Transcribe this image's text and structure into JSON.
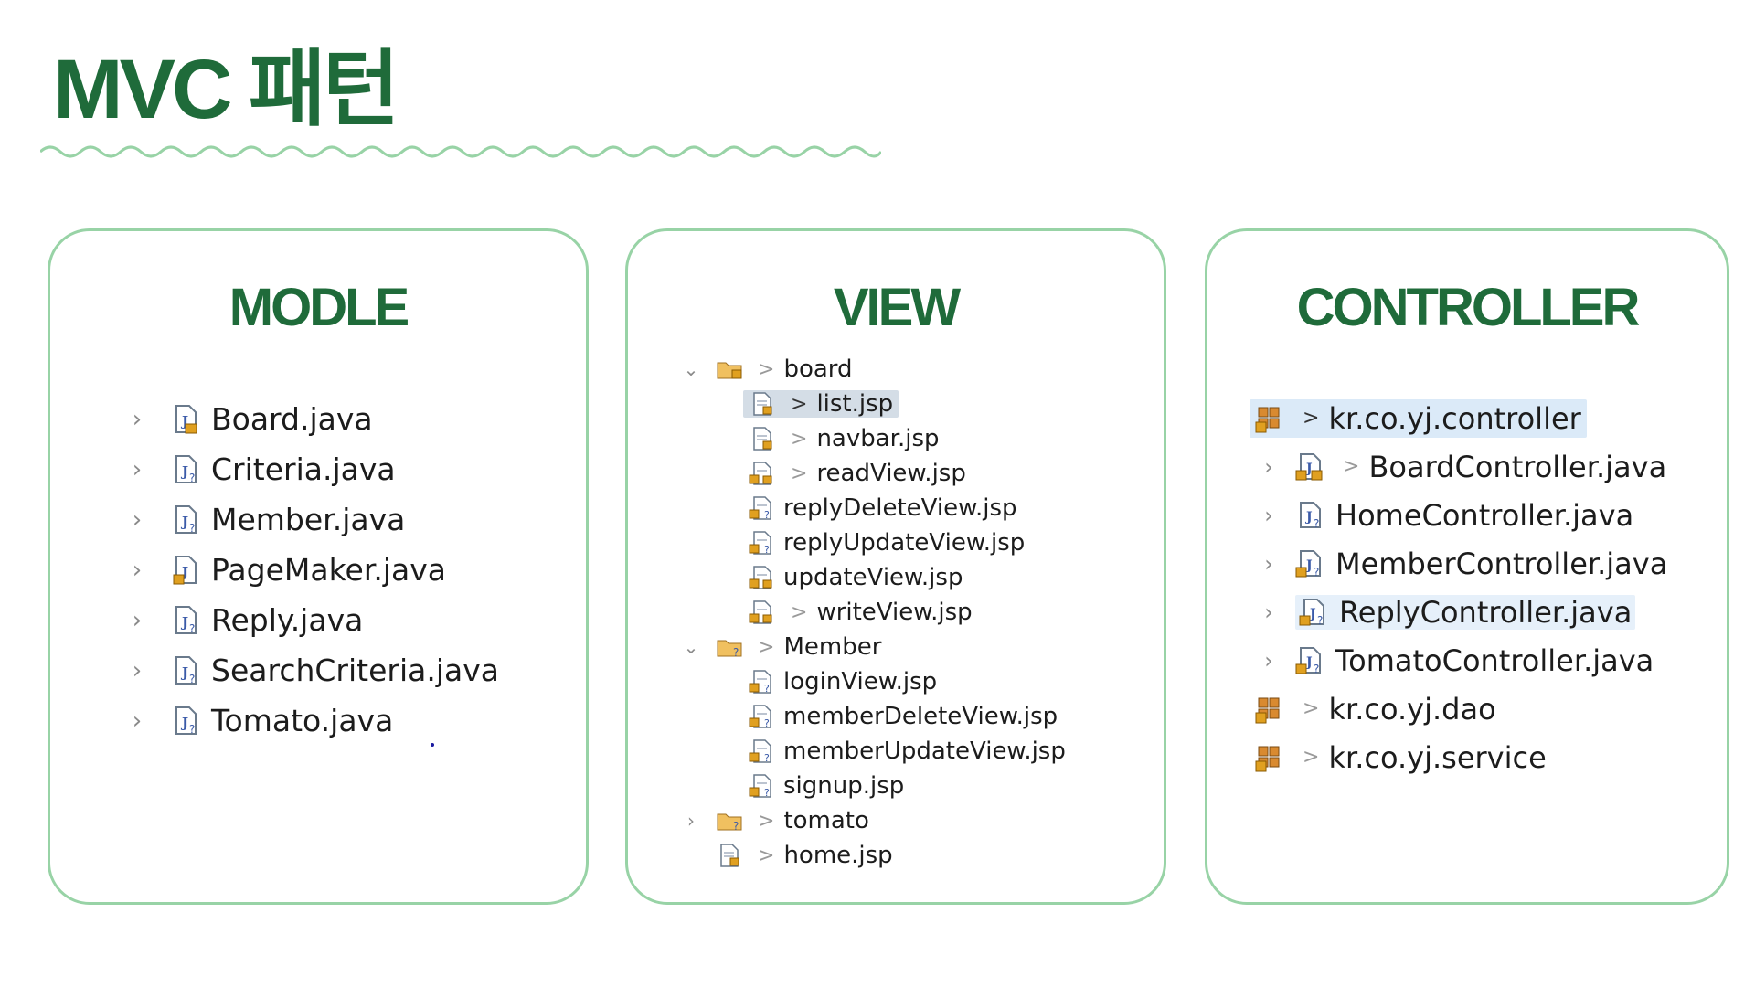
{
  "title": "MVC 패턴",
  "model": {
    "heading": "MODLE",
    "items": [
      {
        "label": "Board.java",
        "icon": "java-file-lock-icon"
      },
      {
        "label": "Criteria.java",
        "icon": "java-file-icon"
      },
      {
        "label": "Member.java",
        "icon": "java-file-icon"
      },
      {
        "label": "PageMaker.java",
        "icon": "java-file-lock-icon"
      },
      {
        "label": "Reply.java",
        "icon": "java-file-icon"
      },
      {
        "label": "SearchCriteria.java",
        "icon": "java-file-icon"
      },
      {
        "label": "Tomato.java",
        "icon": "java-file-icon"
      }
    ]
  },
  "view": {
    "heading": "VIEW",
    "items": [
      {
        "label": "board",
        "type": "folder",
        "expanded": true
      },
      {
        "label": "list.jsp",
        "type": "jsp",
        "selected": true
      },
      {
        "label": "navbar.jsp",
        "type": "jsp"
      },
      {
        "label": "readView.jsp",
        "type": "jsp"
      },
      {
        "label": "replyDeleteView.jsp",
        "type": "jsp"
      },
      {
        "label": "replyUpdateView.jsp",
        "type": "jsp"
      },
      {
        "label": "updateView.jsp",
        "type": "jsp"
      },
      {
        "label": "writeView.jsp",
        "type": "jsp"
      },
      {
        "label": "Member",
        "type": "folder",
        "expanded": true
      },
      {
        "label": "loginView.jsp",
        "type": "jsp"
      },
      {
        "label": "memberDeleteView.jsp",
        "type": "jsp"
      },
      {
        "label": "memberUpdateView.jsp",
        "type": "jsp"
      },
      {
        "label": "signup.jsp",
        "type": "jsp"
      },
      {
        "label": "tomato",
        "type": "folder",
        "expanded": false
      },
      {
        "label": "home.jsp",
        "type": "jsp"
      }
    ]
  },
  "controller": {
    "heading": "CONTROLLER",
    "items": [
      {
        "label": "kr.co.yj.controller",
        "type": "package"
      },
      {
        "label": "BoardController.java",
        "type": "java"
      },
      {
        "label": "HomeController.java",
        "type": "java"
      },
      {
        "label": "MemberController.java",
        "type": "java"
      },
      {
        "label": "ReplyController.java",
        "type": "java"
      },
      {
        "label": "TomatoController.java",
        "type": "java"
      },
      {
        "label": "kr.co.yj.dao",
        "type": "package"
      },
      {
        "label": "kr.co.yj.service",
        "type": "package"
      }
    ]
  },
  "colors": {
    "title_green": "#1f6b3a",
    "panel_border": "#98d3a6",
    "selection_gray": "#d4dde6",
    "selection_blue": "#dbeaf8"
  }
}
